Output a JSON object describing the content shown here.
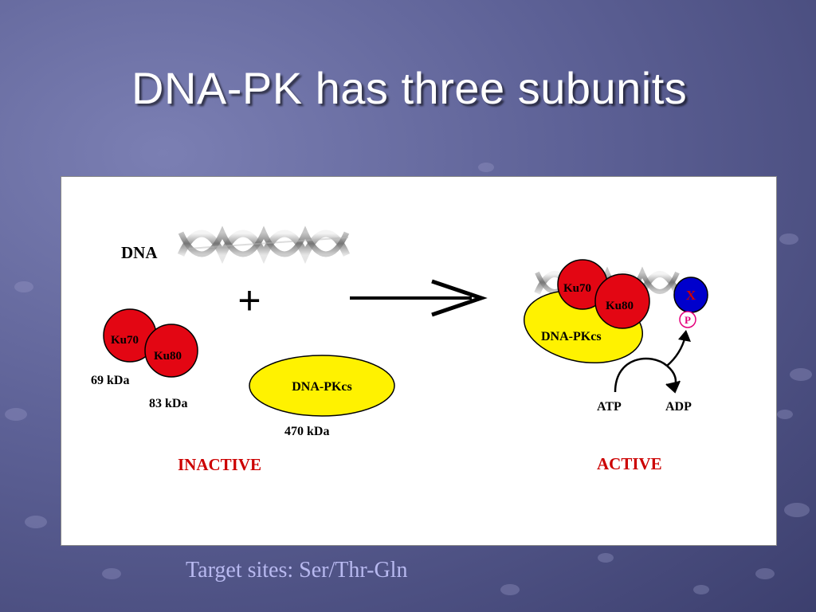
{
  "slide": {
    "title": "DNA-PK has three subunits",
    "footer": "Target sites:  Ser/Thr-Gln"
  },
  "diagram": {
    "dna_label": "DNA",
    "plus_sign": "+",
    "inactive": {
      "ku70": "Ku70",
      "ku80": "Ku80",
      "ku70_mass": "69 kDa",
      "ku80_mass": "83 kDa",
      "dnapkcs": "DNA-PKcs",
      "dnapkcs_mass": "470 kDa",
      "state": "INACTIVE"
    },
    "active": {
      "ku70": "Ku70",
      "ku80": "Ku80",
      "dnapkcs": "DNA-PKcs",
      "substrate": "X",
      "phospho": "P",
      "atp": "ATP",
      "adp": "ADP",
      "state": "ACTIVE"
    },
    "colors": {
      "ku": "#e30613",
      "dnapkcs": "#fff200",
      "substrate": "#0000cc",
      "phospho": "#e4007c",
      "state_label": "#cc0000",
      "footer_text": "#b8b9f0"
    }
  }
}
